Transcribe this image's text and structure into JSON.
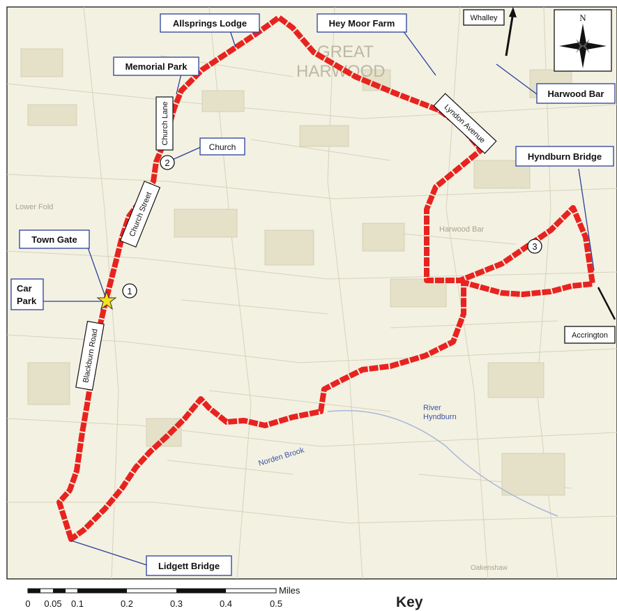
{
  "map": {
    "place_names": {
      "great": "GREAT",
      "harwood": "HARWOOD",
      "lower_fold": "Lower Fold",
      "river_hyndburn_1": "River",
      "river_hyndburn_2": "Hyndburn",
      "norden_brook": "Norden Brook",
      "harwood_bar_area": "Harwood Bar",
      "oakenshaw": "Oakenshaw"
    },
    "callouts": {
      "allsprings_lodge": "Allsprings Lodge",
      "hey_moor_farm": "Hey Moor Farm",
      "whalley": "Whalley",
      "memorial_park": "Memorial Park",
      "church": "Church",
      "harwood_bar": "Harwood Bar",
      "hyndburn_bridge": "Hyndburn Bridge",
      "town_gate": "Town Gate",
      "car_park_1": "Car",
      "car_park_2": "Park",
      "accrington": "Accrington",
      "lidgett_bridge": "Lidgett Bridge"
    },
    "road_labels": {
      "church_lane": "Church Lane",
      "church_street": "Church Street",
      "blackburn_road": "Blackburn Road",
      "lyndon_avenue": "Lyndon Avenue"
    },
    "waypoints": [
      "1",
      "2",
      "3"
    ],
    "compass": {
      "north": "N"
    },
    "scale_bar": {
      "unit": "Miles",
      "ticks": [
        "0",
        "0.05",
        "0.1",
        "0.2",
        "0.3",
        "0.4",
        "0.5"
      ]
    },
    "key_title": "Key",
    "route_color": "#e8231f",
    "callout_line_color": "#2a3f9a"
  }
}
